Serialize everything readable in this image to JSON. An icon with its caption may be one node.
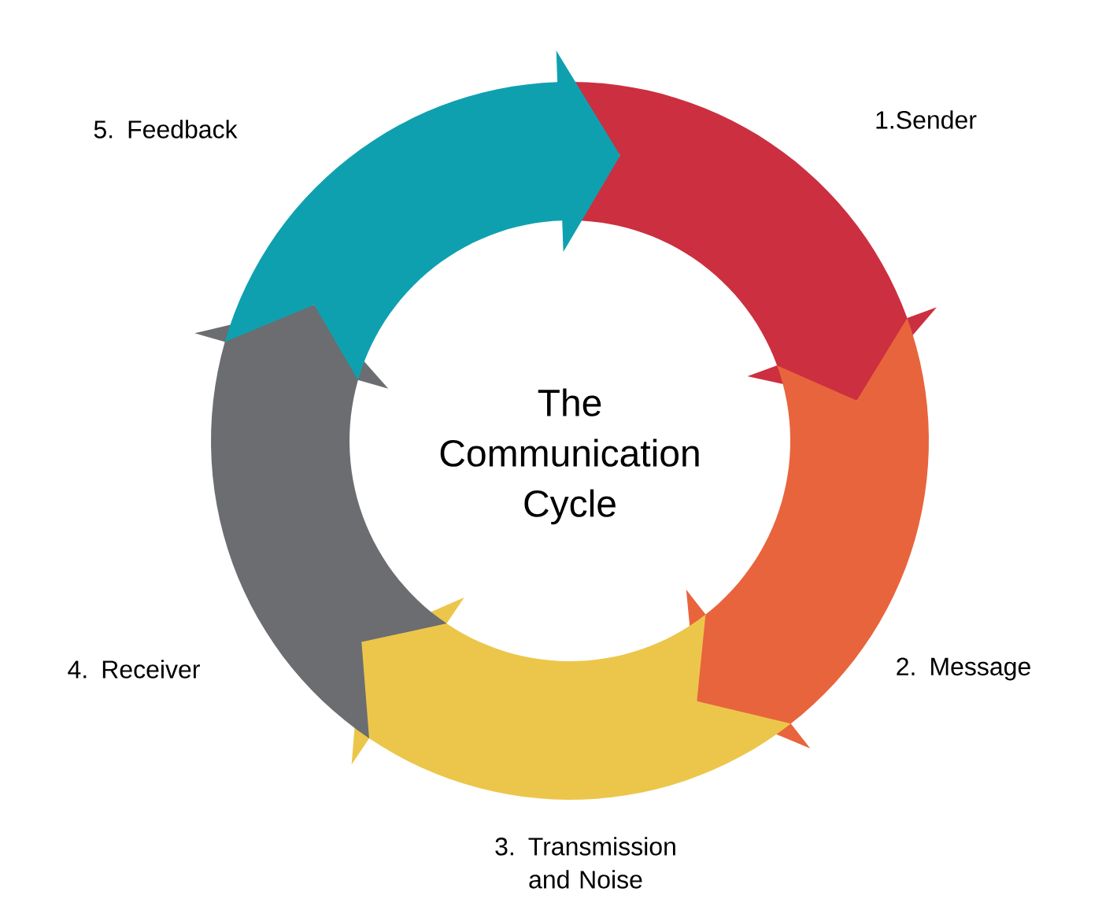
{
  "diagram": {
    "title": "The Communication Cycle",
    "nodes": [
      {
        "text": [],
        "shape": "arrow",
        "beside": [
          "1.Sender"
        ]
      },
      {
        "text": [],
        "shape": "arrow",
        "beside": [
          "2. Message"
        ]
      },
      {
        "text": [],
        "shape": "arrow",
        "beside": [
          "3. Transmission and Noise"
        ]
      },
      {
        "text": [],
        "shape": "arrow",
        "beside": [
          "4. Receiver"
        ]
      },
      {
        "text": [],
        "shape": "arrow",
        "beside": [
          "5. Feedback"
        ]
      }
    ]
  }
}
